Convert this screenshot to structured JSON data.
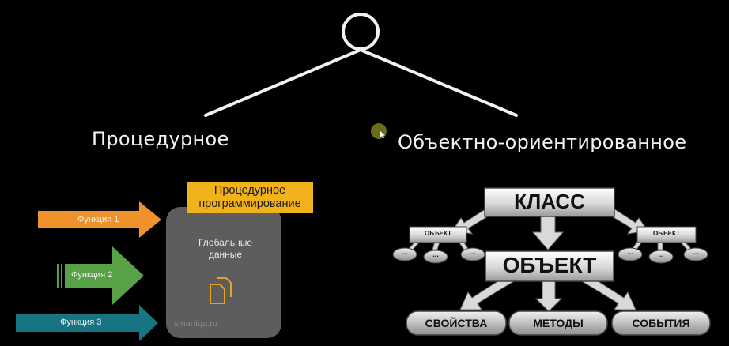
{
  "top": {
    "left_label": "Процедурное",
    "right_label": "Объектно-ориентированное"
  },
  "procedural": {
    "title_line1": "Процедурное",
    "title_line2": "программирование",
    "globals_line1": "Глобальные",
    "globals_line2": "данные",
    "watermark": "smartiqa.ru",
    "functions": [
      {
        "label": "Функция 1",
        "color": "#f0922b"
      },
      {
        "label": "Функция 2",
        "color": "#58a147"
      },
      {
        "label": "Функция 3",
        "color": "#177482"
      }
    ],
    "title_color": "#f2b21b",
    "panel_color": "#5d5d5d",
    "icon": "documents-icon"
  },
  "oop": {
    "class_label": "КЛАСС",
    "object_main": "ОБЪЕКТ",
    "object_small_left": "ОБЪЕКТ",
    "object_small_right": "ОБЪЕКТ",
    "ellipsis": "...",
    "properties": "СВОЙСТВА",
    "methods": "МЕТОДЫ",
    "events": "СОБЫТИЯ"
  },
  "colors": {
    "background": "#000000",
    "line": "#f2f2f2",
    "cursor": "#6b6b1c"
  }
}
